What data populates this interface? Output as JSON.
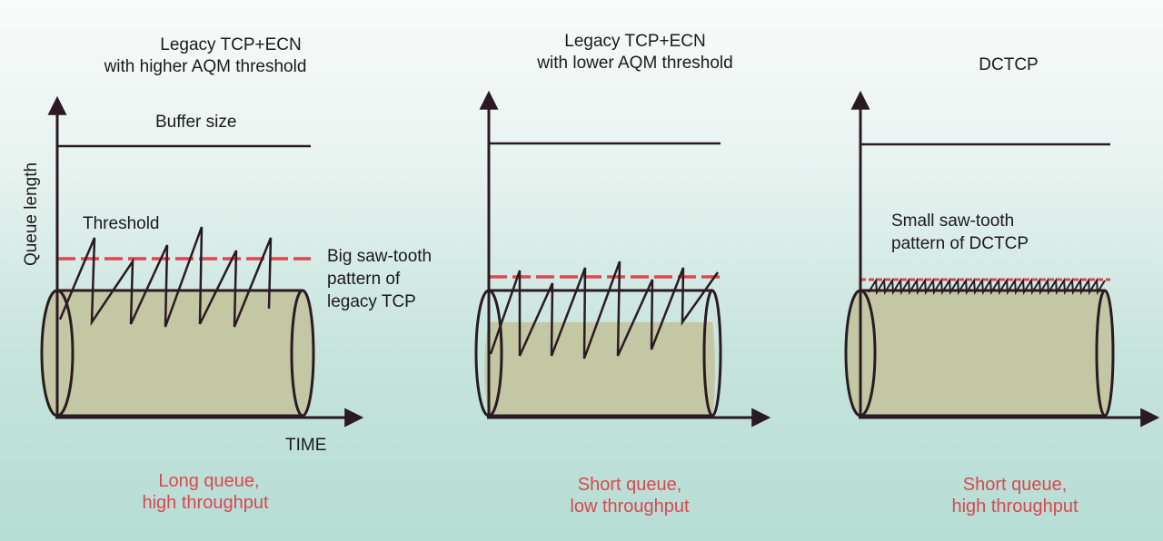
{
  "axis": {
    "y_label": "Queue length",
    "x_label": "TIME"
  },
  "panels": [
    {
      "title": [
        "Legacy TCP+ECN",
        "with higher AQM threshold"
      ],
      "buffer_label": "Buffer size",
      "threshold_label": "Threshold",
      "pattern_label": [
        "Big saw-tooth",
        "pattern of",
        "legacy TCP"
      ],
      "outcome": [
        "Long queue,",
        "high throughput"
      ]
    },
    {
      "title": [
        "Legacy TCP+ECN",
        "with lower AQM threshold"
      ],
      "outcome": [
        "Short queue,",
        "low throughput"
      ]
    },
    {
      "title": [
        "DCTCP"
      ],
      "pattern_label": [
        "Small saw-tooth",
        "pattern of DCTCP"
      ],
      "outcome": [
        "Short queue,",
        "high throughput"
      ]
    }
  ],
  "colors": {
    "line": "#2a1a22",
    "threshold": "#e04552",
    "fill": "#c4c7a3",
    "outcome_text": "#d9474f"
  }
}
